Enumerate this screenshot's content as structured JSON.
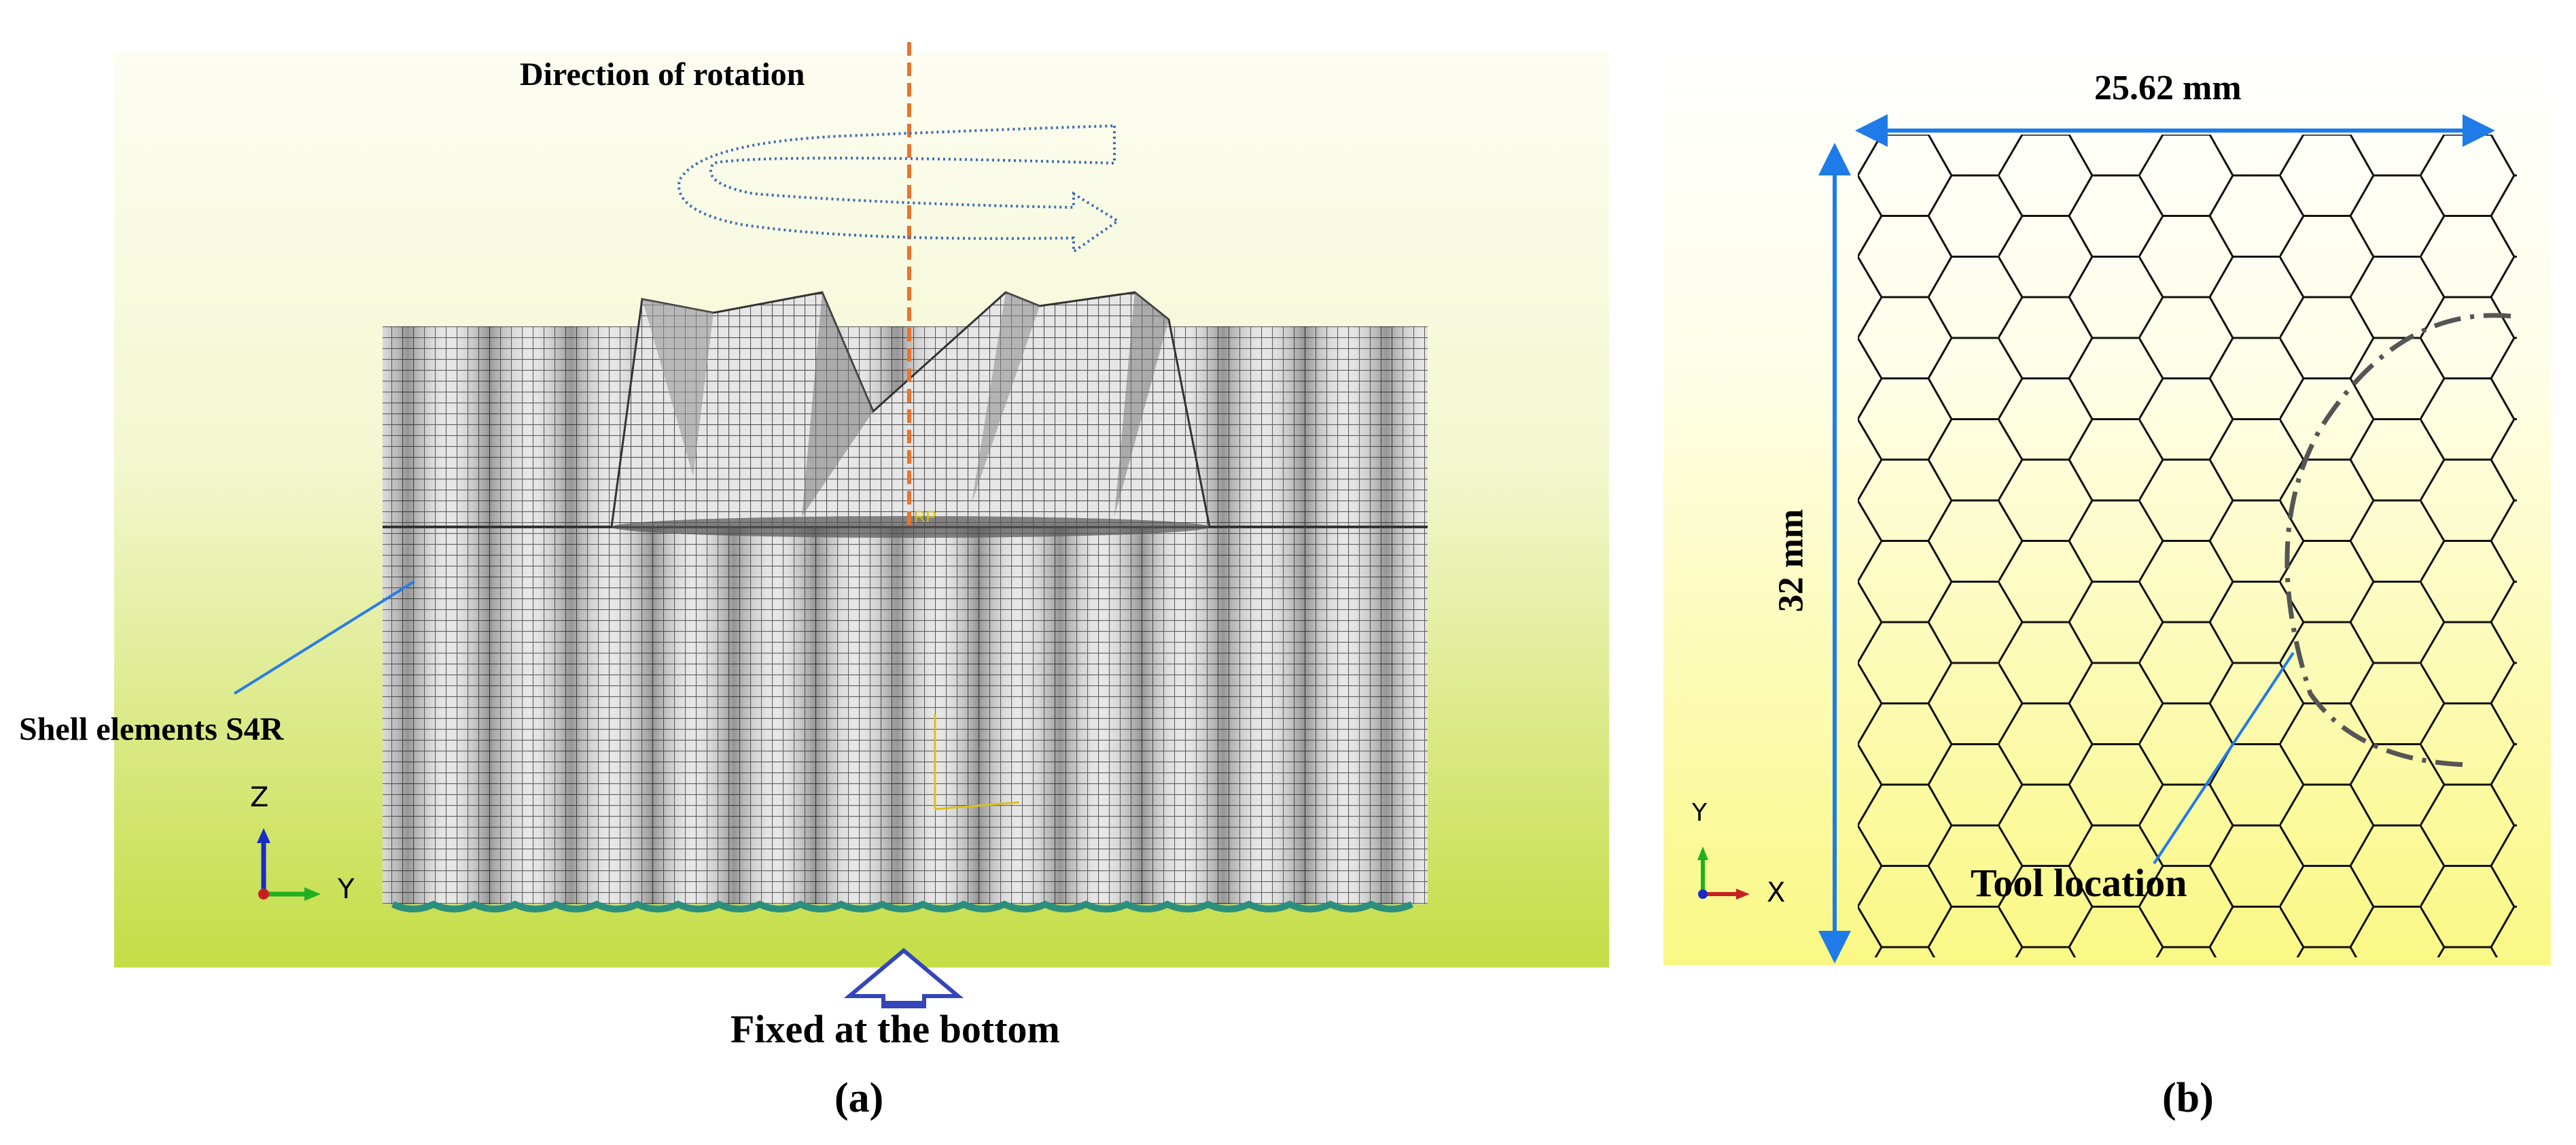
{
  "panel_a": {
    "caption": "(a)",
    "rotation_label": "Direction of rotation",
    "mesh_label": "Shell elements S4R",
    "fixed_label": "Fixed at the bottom",
    "triad": {
      "z": "Z",
      "y": "Y"
    },
    "colors": {
      "bg_top": "#fdfdf2",
      "bg_bottom": "#c6de48",
      "mesh": "#8c8c8c",
      "axis_line": "#e8742e",
      "rotation_arrow": "#3c6cb4",
      "leader": "#2a7de1"
    }
  },
  "panel_b": {
    "caption": "(b)",
    "width_label": "25.62 mm",
    "height_label": "32 mm",
    "tool_label": "Tool location",
    "triad": {
      "y": "Y",
      "x": "X"
    },
    "colors": {
      "bg_top": "#ffffff",
      "bg_bottom": "#fbf98a",
      "dimension": "#1e7be8",
      "path": "#555555"
    }
  }
}
